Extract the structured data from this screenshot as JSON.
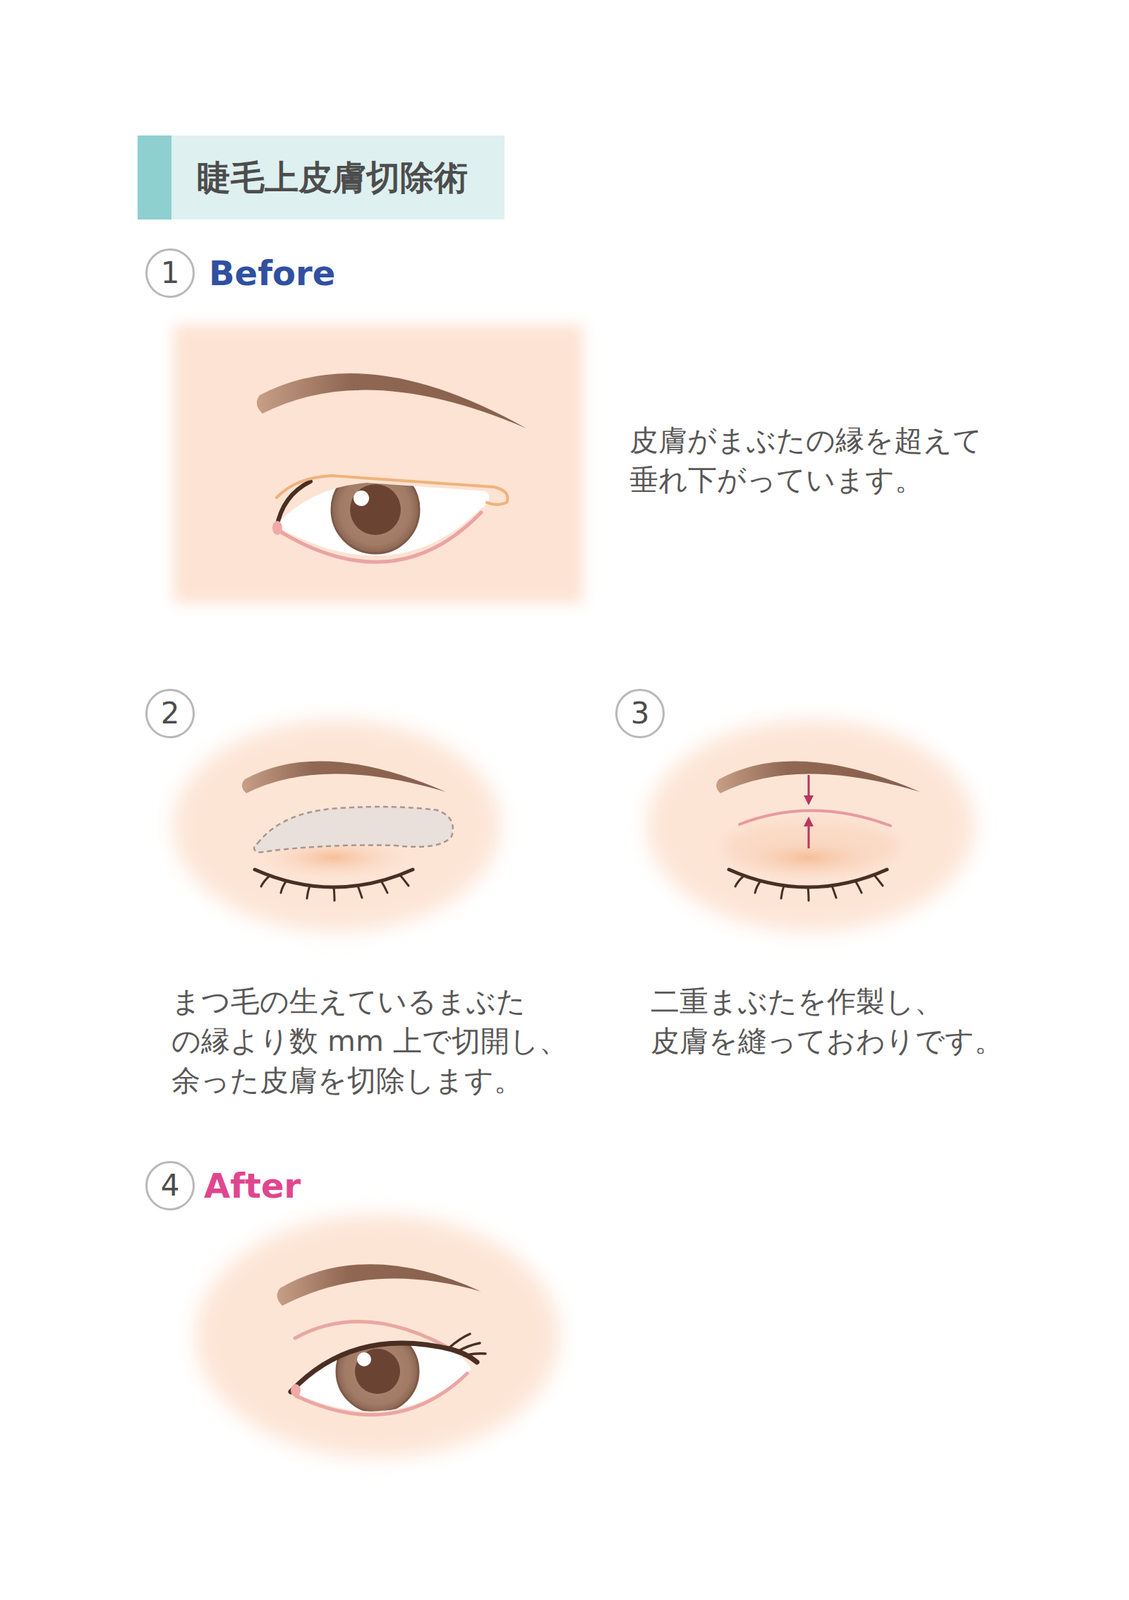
{
  "diagram": {
    "title": "睫毛上皮膚切除術",
    "nodes": [
      {
        "text": [
          "1"
        ]
      },
      {
        "text": [
          "2"
        ]
      },
      {
        "text": [
          "3"
        ]
      },
      {
        "text": [
          "4"
        ]
      }
    ],
    "labels": [
      "Before",
      "皮膚がまぶたの縁を超えて 垂れ下がっています。",
      "まつ毛の生えているまぶた の縁より数 mm 上で切開し、 余った皮膚を切除します。",
      "二重まぶたを作製し、 皮膚を縫っておわりです。",
      "After"
    ]
  }
}
